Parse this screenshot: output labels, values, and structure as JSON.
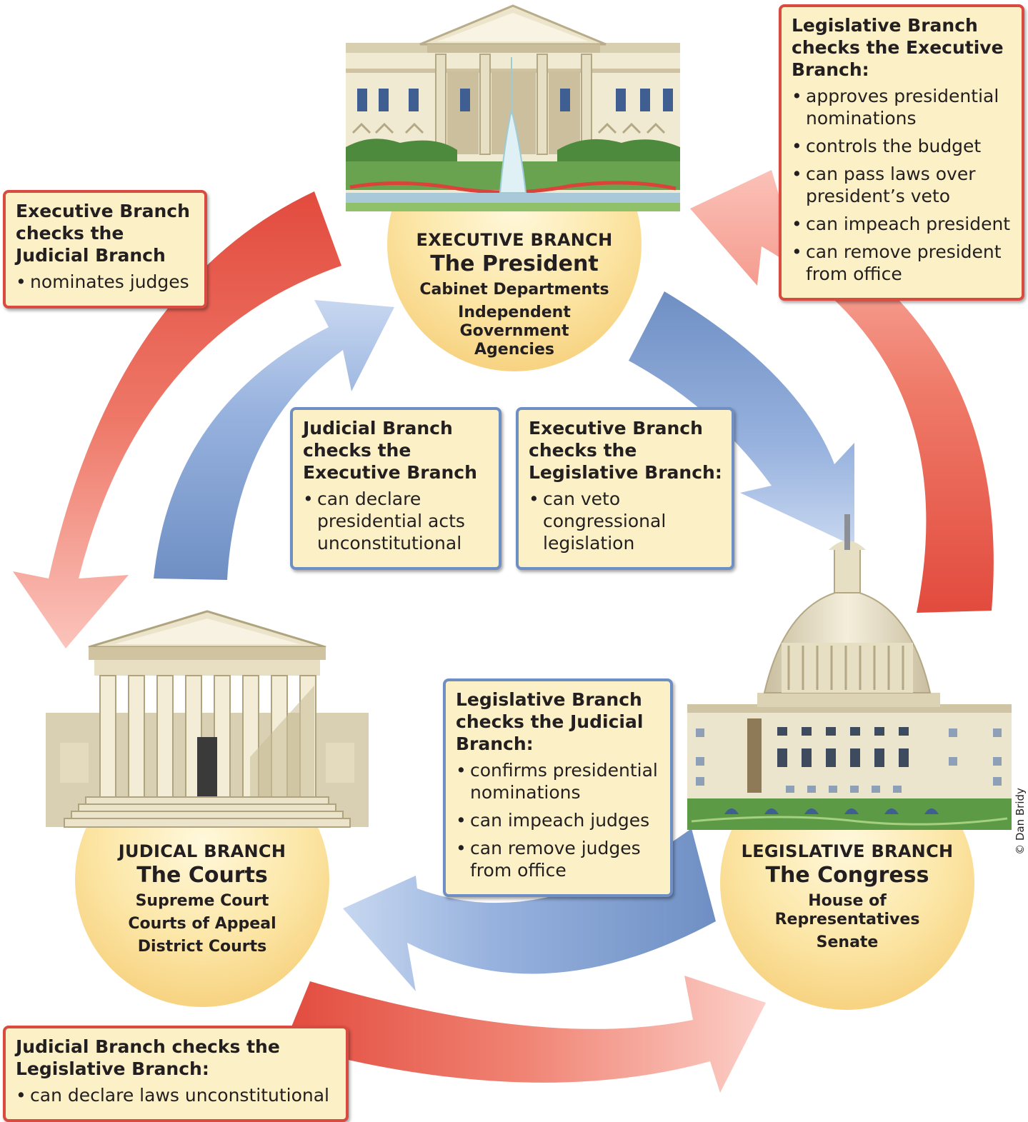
{
  "branches": {
    "executive": {
      "heading": "EXECUTIVE BRANCH",
      "subheading": "The President",
      "items": [
        "Cabinet Departments",
        "Independent Government Agencies"
      ]
    },
    "judicial": {
      "heading": "JUDICAL BRANCH",
      "subheading": "The Courts",
      "items": [
        "Supreme Court",
        "Courts of Appeal",
        "District Courts"
      ]
    },
    "legislative": {
      "heading": "LEGISLATIVE BRANCH",
      "subheading": "The Congress",
      "items": [
        "House of Representatives",
        "Senate"
      ]
    }
  },
  "checks": {
    "legislative_on_executive": {
      "title": "Legislative Branch checks the Executive Branch:",
      "items": [
        "approves presidential nominations",
        "controls the budget",
        "can pass laws over president’s veto",
        "can impeach president",
        "can remove president from office"
      ]
    },
    "executive_on_judicial": {
      "title": "Executive Branch checks the Judicial Branch",
      "items": [
        "nominates judges"
      ]
    },
    "judicial_on_executive": {
      "title": "Judicial Branch checks the Executive Branch",
      "items": [
        "can declare presidential acts unconstitutional"
      ]
    },
    "executive_on_legislative": {
      "title": "Executive Branch checks the Legislative Branch:",
      "items": [
        "can veto congressional legislation"
      ]
    },
    "legislative_on_judicial": {
      "title": "Legislative Branch checks the Judicial Branch:",
      "items": [
        "confirms presidential nominations",
        "can impeach judges",
        "can remove judges from office"
      ]
    },
    "judicial_on_legislative": {
      "title": "Judicial Branch checks the Legislative Branch:",
      "items": [
        "can declare laws unconstitutional"
      ]
    }
  },
  "credit": "© Dan Bridy",
  "colors": {
    "red_arrow": "#e8574a",
    "blue_arrow": "#7f9fd0",
    "circle_fill": "#f9db8c",
    "box_fill": "#fcf1c6",
    "red_border": "#d94a40",
    "blue_border": "#6f8fc4"
  }
}
